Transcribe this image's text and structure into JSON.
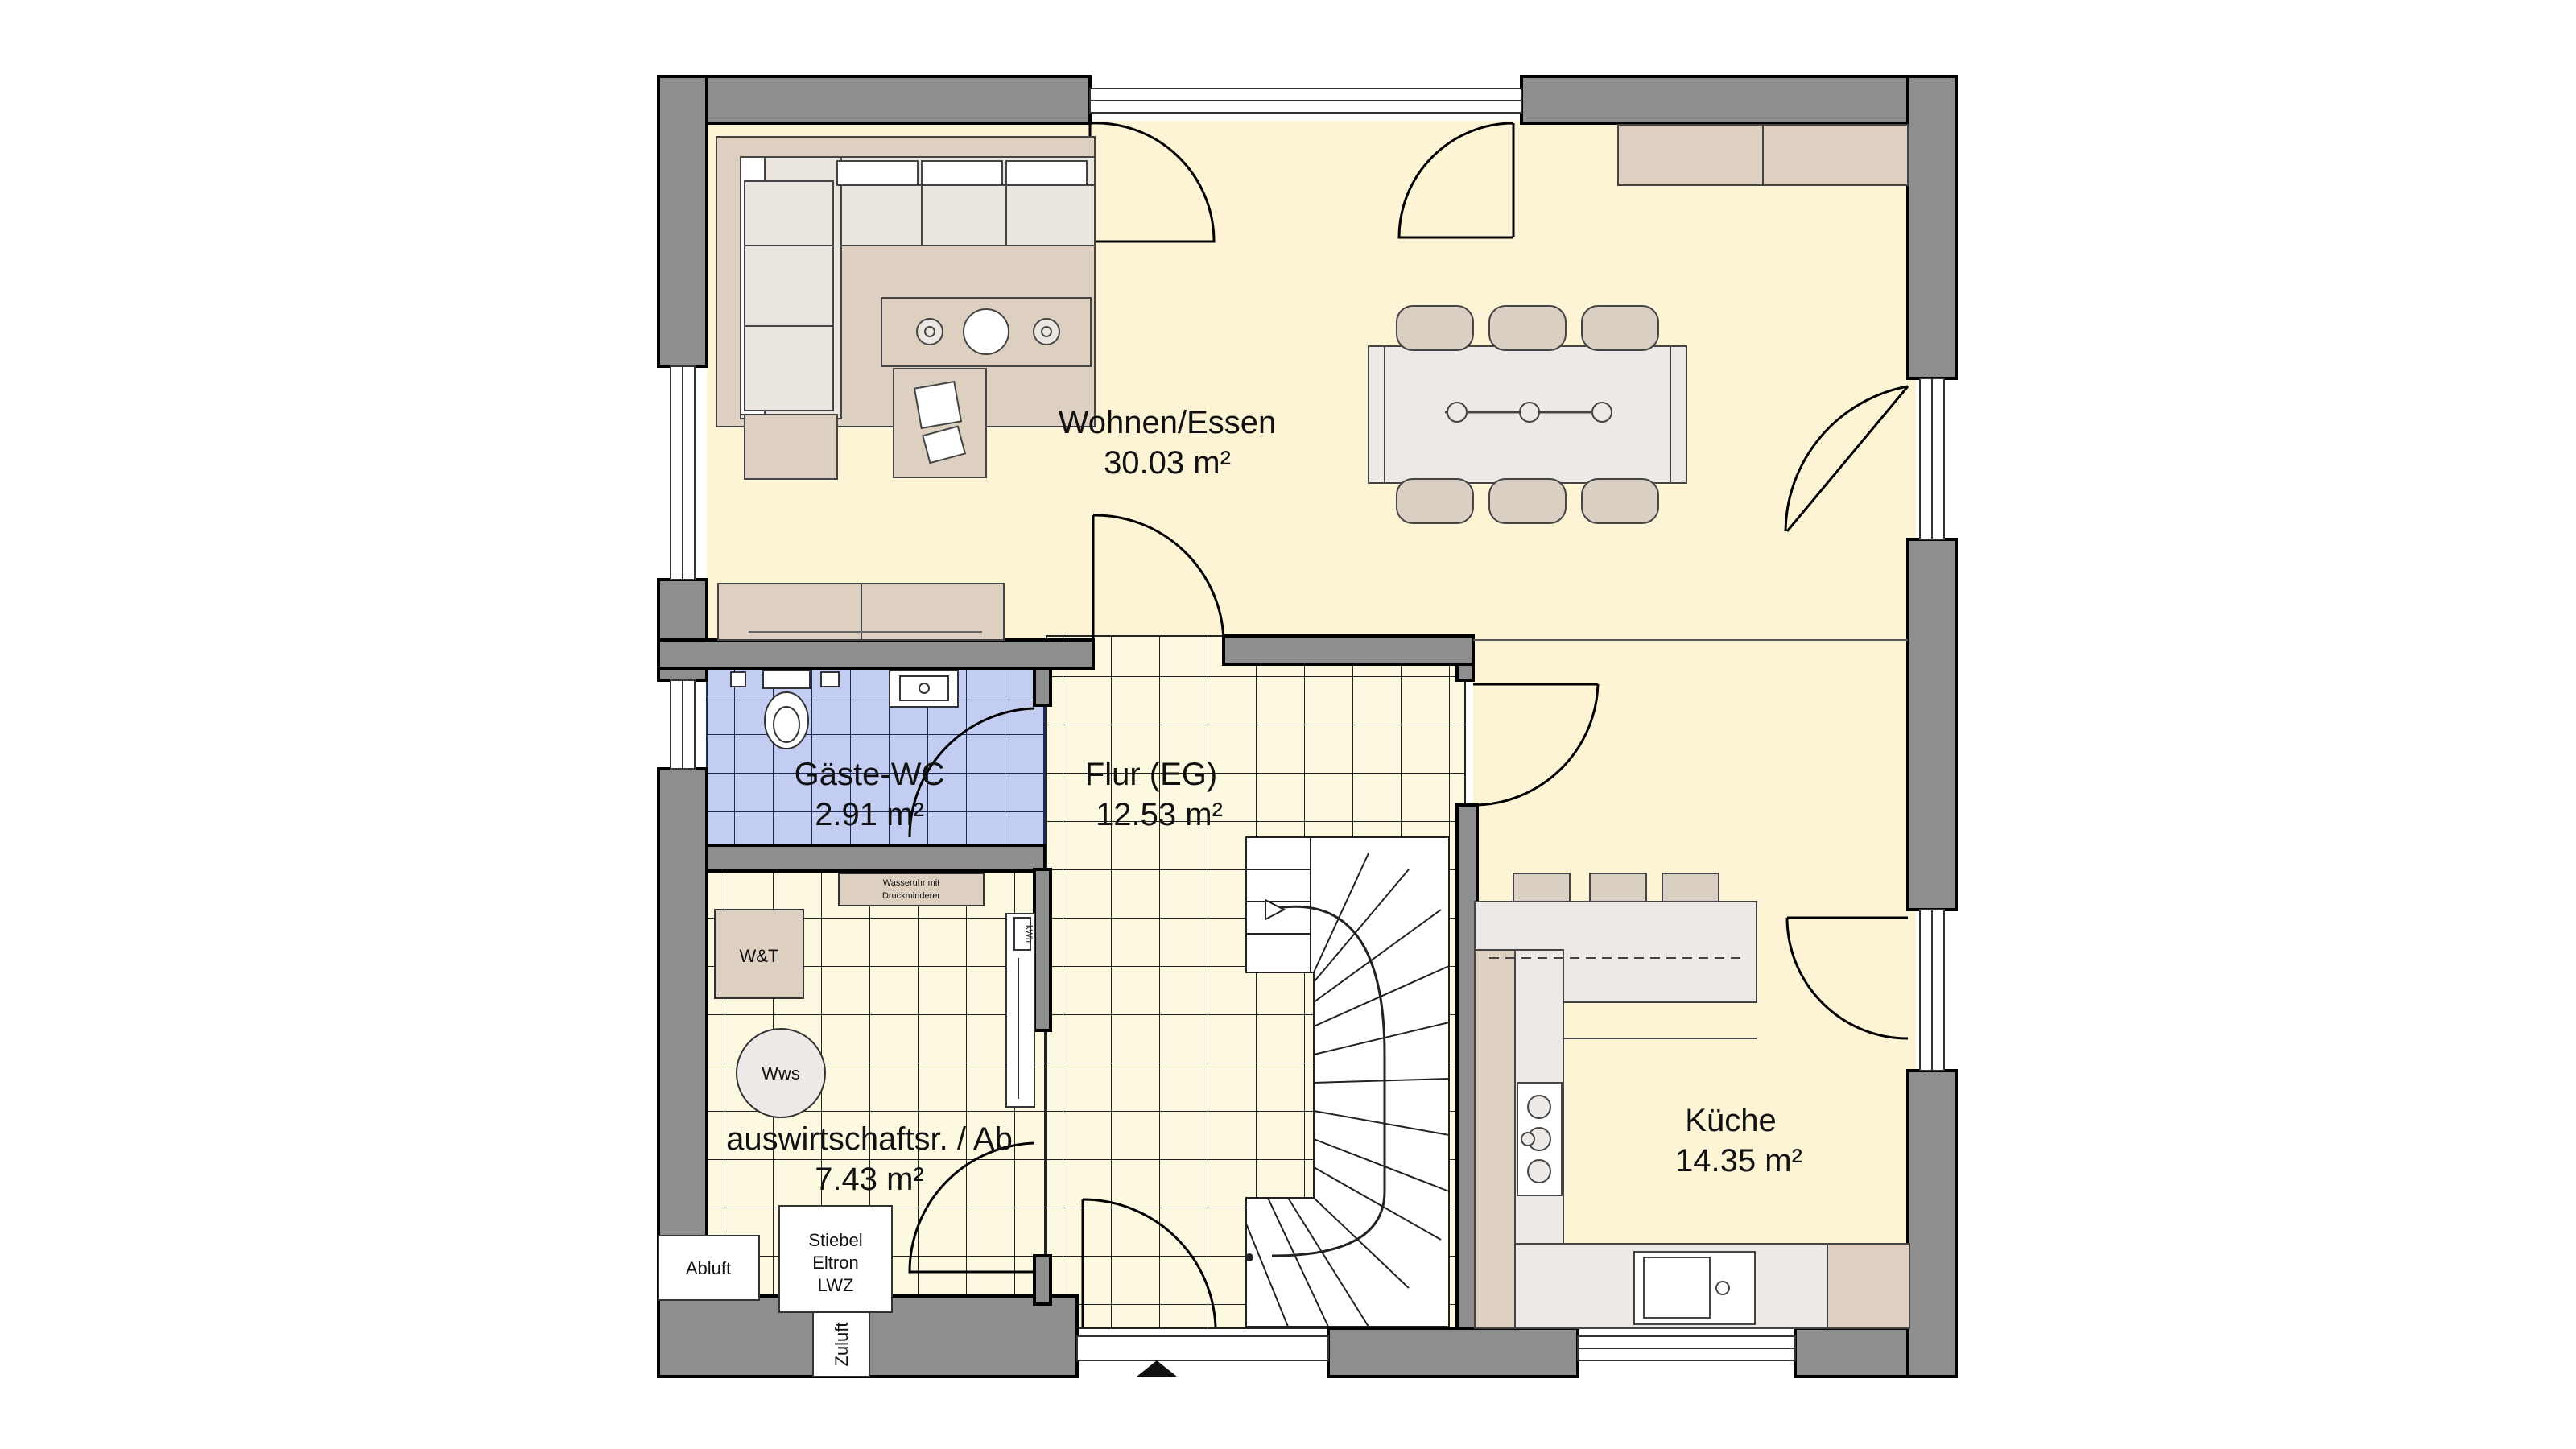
{
  "rooms": {
    "wohnen": {
      "name": "Wohnen/Essen",
      "area": "30.03 m²"
    },
    "kueche": {
      "name": "Küche",
      "area": "14.35 m²"
    },
    "gaeste_wc": {
      "name": "Gäste-WC",
      "area": "2.91 m²"
    },
    "flur": {
      "name": "Flur (EG)",
      "area": "12.53 m²"
    },
    "hwr": {
      "name": "auswirtschaftsr. / Ab",
      "area": "7.43 m²"
    }
  },
  "labels": {
    "wasseruhr_line1": "Wasseruhr mit",
    "wasseruhr_line2": "Druckminderer",
    "wt": "W&T",
    "wws": "Wws",
    "kwh": "kWh",
    "lwz_line1": "Stiebel",
    "lwz_line2": "Eltron",
    "lwz_line3": "LWZ",
    "abluft": "Abluft",
    "zuluft": "Zuluft"
  },
  "colors": {
    "wall": "#8e8e8e",
    "wall_outline": "#000000",
    "living_floor": "#fdf4d5",
    "tile_floor": "#fdf9e0",
    "wc_floor": "#c3cdf2",
    "furniture": "#ddd0c0",
    "sofa": "#ebe6e0",
    "counter": "#ece9e6",
    "chair": "#d9cfc3"
  }
}
